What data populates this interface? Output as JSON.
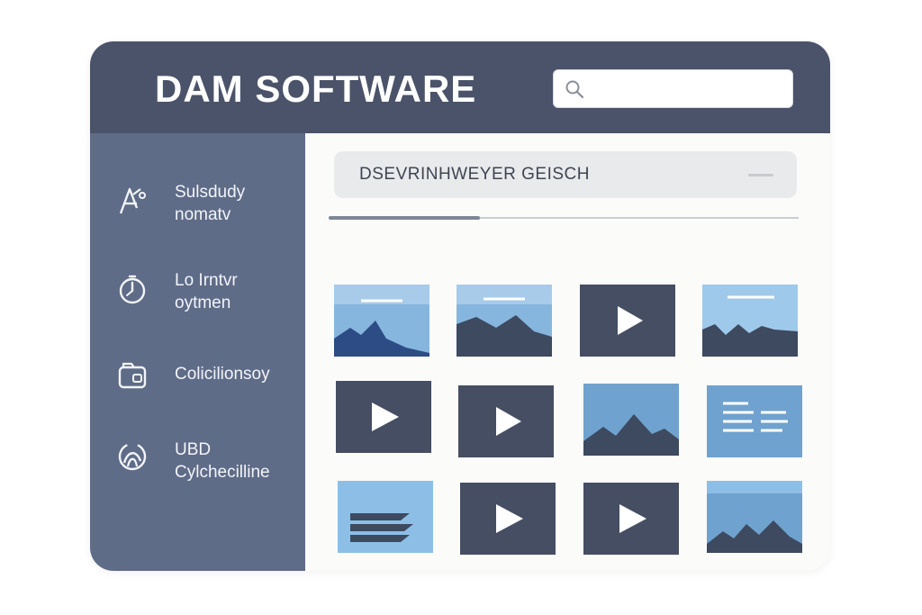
{
  "app": {
    "title": "DAM SOFTWARE"
  },
  "search": {
    "placeholder": "",
    "value": ""
  },
  "sidebar": {
    "items": [
      {
        "label_line1": "Sulsdudy",
        "label_line2": "nomatv",
        "icon": "asset-type-icon"
      },
      {
        "label_line1": "Lo Irntvr",
        "label_line2": "oytmen",
        "icon": "timer-icon"
      },
      {
        "label_line1": "Colicilionsoy",
        "label_line2": "",
        "icon": "folder-icon"
      },
      {
        "label_line1": "UBD",
        "label_line2": "Cylchecilline",
        "icon": "swirl-icon"
      }
    ]
  },
  "filter": {
    "label": "DSEVRINHWEYER GEISCH"
  },
  "assets": [
    {
      "kind": "image",
      "name": "image-thumbnail-1"
    },
    {
      "kind": "image",
      "name": "image-thumbnail-2"
    },
    {
      "kind": "video",
      "name": "video-thumbnail-1"
    },
    {
      "kind": "image",
      "name": "image-thumbnail-3"
    },
    {
      "kind": "video",
      "name": "video-thumbnail-2"
    },
    {
      "kind": "video",
      "name": "video-thumbnail-3"
    },
    {
      "kind": "image",
      "name": "image-thumbnail-4"
    },
    {
      "kind": "document",
      "name": "document-thumbnail-1"
    },
    {
      "kind": "document",
      "name": "document-thumbnail-2"
    },
    {
      "kind": "video",
      "name": "video-thumbnail-4"
    },
    {
      "kind": "video",
      "name": "video-thumbnail-5"
    },
    {
      "kind": "image",
      "name": "image-thumbnail-5"
    }
  ],
  "colors": {
    "header": "#4a5369",
    "sidebar": "#5f6c88",
    "video_tile": "#454e62",
    "image_sky": "#86b6de",
    "image_mountain": "#3d4a60"
  }
}
